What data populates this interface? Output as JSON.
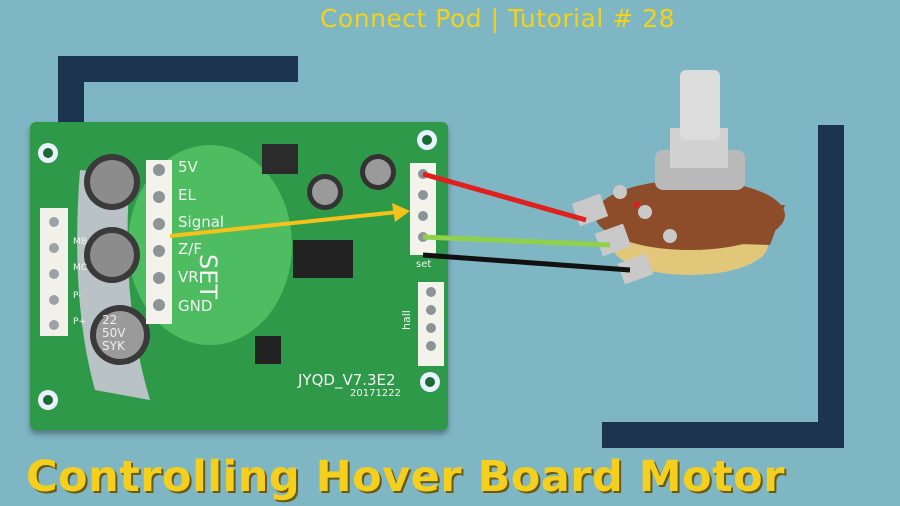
{
  "header": {
    "title": "Connect Pod | Tutorial # 28"
  },
  "footer": {
    "title": "Controlling Hover Board Motor"
  },
  "board": {
    "pins": [
      "5V",
      "EL",
      "Signal",
      "Z/F",
      "VR",
      "GND"
    ],
    "set_label": "SET",
    "version_label": "JYQD_V7.3E2",
    "date_label": "20171222",
    "side_labels": [
      "MB",
      "MC",
      "P-",
      "P+"
    ],
    "hall_label": "hall",
    "set_small": "set",
    "capacitor_text": [
      "22",
      "50V",
      "SYK"
    ]
  },
  "colors": {
    "background": "#7fb6c4",
    "bracket": "#1d3451",
    "title": "#f2d31b",
    "board_green": "#2e9a49",
    "wire_red": "#e0201c",
    "wire_green": "#8fd14a",
    "wire_black": "#111111",
    "arrow_yellow": "#f4c21a"
  }
}
